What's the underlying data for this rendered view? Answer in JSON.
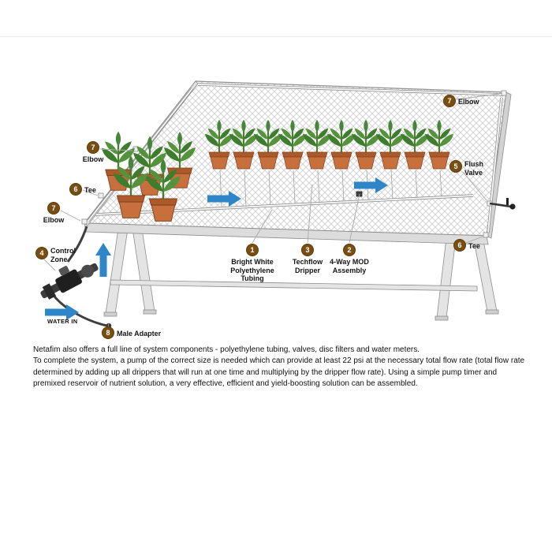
{
  "diagram": {
    "callouts": [
      {
        "number": "7",
        "label": "Elbow"
      },
      {
        "number": "6",
        "label": "Tee"
      },
      {
        "number": "7",
        "label": "Elbow"
      },
      {
        "number": "4",
        "label": "Control\nZone"
      },
      {
        "number": "8",
        "label": "Male Adapter"
      },
      {
        "number": "1",
        "label": "Bright White\nPolyethylene\nTubing"
      },
      {
        "number": "3",
        "label": "Techflow\nDripper"
      },
      {
        "number": "2",
        "label": "4-Way MOD\nAssembly"
      },
      {
        "number": "7",
        "label": "Elbow"
      },
      {
        "number": "5",
        "label": "Flush\nValve"
      },
      {
        "number": "6",
        "label": "Tee"
      }
    ],
    "water_in_label": "WATER IN",
    "colors": {
      "badge": "#7a4e12",
      "arrow_blue": "#2e86c8",
      "pot_terracotta": "#c76f3d",
      "plant_green": "#3e7d2d"
    }
  },
  "footer": {
    "line1": "Netafim also offers a full line of system components - polyethylene tubing, valves, disc filters and water meters.",
    "paragraph": "To complete the system, a pump of the correct size is needed which can provide at least 22 psi at the necessary total flow rate (total flow rate determined by adding up all drippers that will run at one time and multiplying by the dripper flow rate). Using a simple pump timer and premixed reservoir of nutrient solution, a very effective, efficient and yield-boosting solution can be assembled."
  }
}
